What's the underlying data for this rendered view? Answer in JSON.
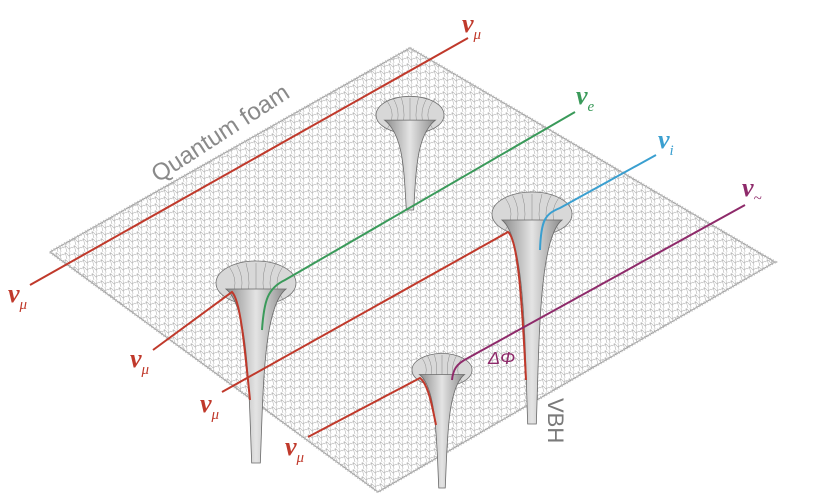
{
  "annotations": {
    "quantum_foam": "Quantum foam",
    "vbh": "VBH",
    "delta_phi": "ΔΦ"
  },
  "neutrinos": {
    "incoming": [
      {
        "symbol": "ν",
        "flavor": "μ"
      },
      {
        "symbol": "ν",
        "flavor": "μ"
      },
      {
        "symbol": "ν",
        "flavor": "μ"
      },
      {
        "symbol": "ν",
        "flavor": "μ"
      }
    ],
    "outgoing": [
      {
        "symbol": "ν",
        "flavor": "μ"
      },
      {
        "symbol": "ν",
        "flavor": "e"
      },
      {
        "symbol": "ν",
        "flavor": "i"
      },
      {
        "symbol": "ν",
        "flavor": "~"
      }
    ]
  },
  "colors": {
    "muon": "#c0392b",
    "electron": "#3a9a5a",
    "i_flavor": "#3a9fd0",
    "tilde_flavor": "#8e2a6a",
    "foam": "#9a9a9a",
    "text_gray": "#8a8a8a"
  }
}
